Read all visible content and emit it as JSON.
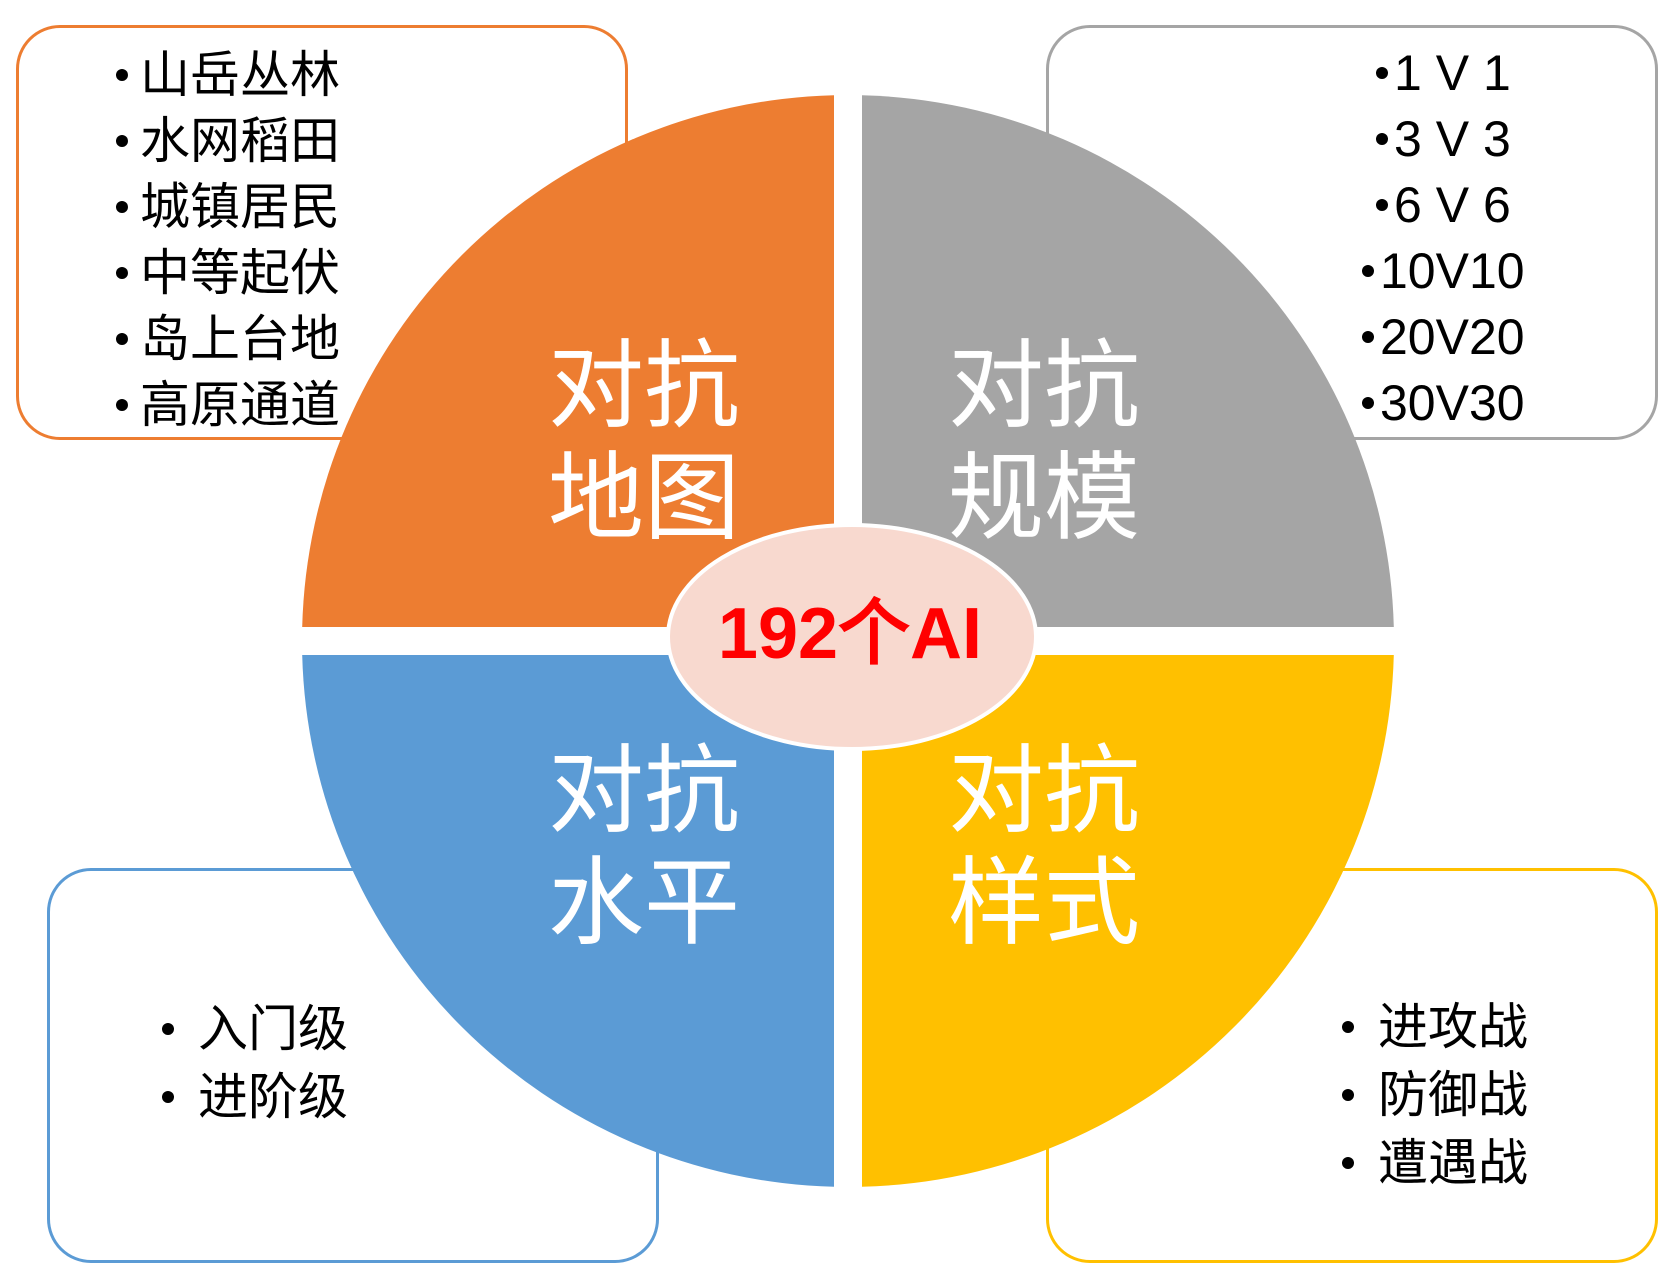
{
  "colors": {
    "map": "#ED7D31",
    "scale": "#A5A5A5",
    "level": "#5B9BD5",
    "style": "#FFC000",
    "center_fill": "#F8D9CF",
    "center_text": "#FF0000"
  },
  "center": {
    "label": "192个AI"
  },
  "quadrants": {
    "map": {
      "label": "对抗\n地图",
      "items": [
        "山岳丛林",
        "水网稻田",
        "城镇居民",
        "中等起伏",
        "岛上台地",
        "高原通道"
      ]
    },
    "scale": {
      "label": "对抗\n规模",
      "items": [
        "1 V 1",
        "3 V 3",
        "6 V 6",
        "10V10",
        "20V20",
        "30V30"
      ]
    },
    "level": {
      "label": "对抗\n水平",
      "items": [
        "入门级",
        "进阶级"
      ]
    },
    "style": {
      "label": "对抗\n样式",
      "items": [
        "进攻战",
        "防御战",
        "遭遇战"
      ]
    }
  }
}
